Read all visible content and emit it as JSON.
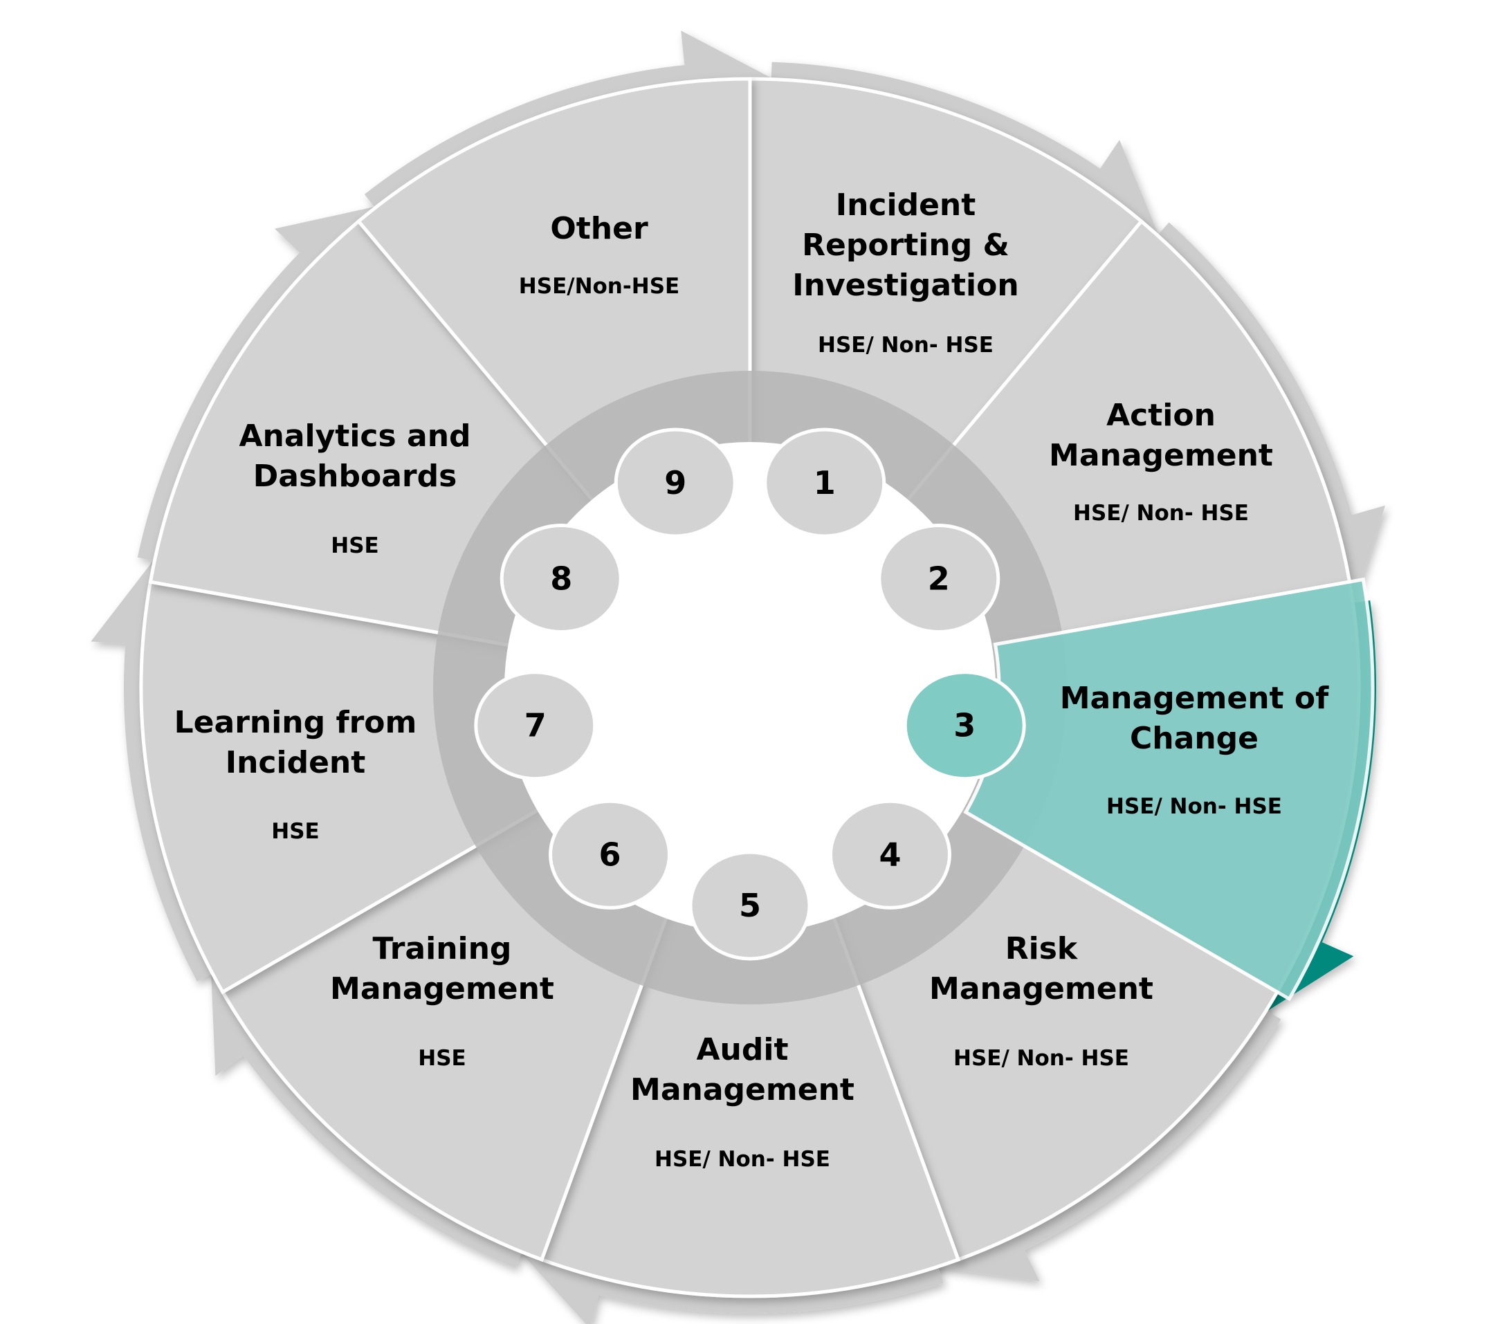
{
  "diagram": {
    "colors": {
      "segment": "#d3d3d3",
      "arrow": "#cdcdcd",
      "ring": "#b5b5b5",
      "highlight_segment": "#80cbc4",
      "highlight_arrow": "#00897b",
      "highlight_badge": "#80cbc4"
    },
    "highlighted": 3,
    "segments": [
      {
        "number": "1",
        "title": [
          "Incident",
          "Reporting &",
          "Investigation"
        ],
        "subtitle": "HSE/ Non- HSE"
      },
      {
        "number": "2",
        "title": [
          "Action",
          "Management"
        ],
        "subtitle": "HSE/ Non- HSE"
      },
      {
        "number": "3",
        "title": [
          "Management of",
          "Change"
        ],
        "subtitle": "HSE/ Non- HSE"
      },
      {
        "number": "4",
        "title": [
          "Risk",
          "Management"
        ],
        "subtitle": "HSE/ Non- HSE"
      },
      {
        "number": "5",
        "title": [
          "Audit",
          "Management"
        ],
        "subtitle": "HSE/ Non- HSE"
      },
      {
        "number": "6",
        "title": [
          "Training",
          "Management"
        ],
        "subtitle": "HSE"
      },
      {
        "number": "7",
        "title": [
          "Learning from",
          "Incident"
        ],
        "subtitle": "HSE"
      },
      {
        "number": "8",
        "title": [
          "Analytics and",
          "Dashboards"
        ],
        "subtitle": "HSE"
      },
      {
        "number": "9",
        "title": [
          "Other"
        ],
        "subtitle": "HSE/Non-HSE"
      }
    ]
  }
}
